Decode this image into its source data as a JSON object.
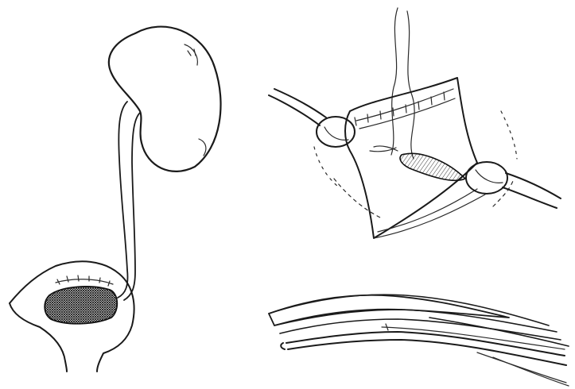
{
  "illustration": {
    "panels": [
      {
        "key": "kidney_ureter_bladder",
        "icon": "kidney-ureter-bladder-icon"
      },
      {
        "key": "ureteral_anastomosis",
        "icon": "ureter-anastomosis-icon"
      },
      {
        "key": "ureter_catheter_cross_section",
        "icon": "ureter-catheter-icon"
      }
    ],
    "colors": {
      "ink": "#1a1a1a",
      "background": "#ffffff",
      "shade": "#444444"
    }
  }
}
